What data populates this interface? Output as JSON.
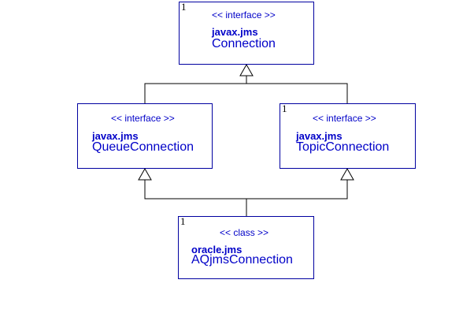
{
  "colors": {
    "box_border": "#0000a0",
    "text": "#0000c8",
    "lines": "#000000"
  },
  "nodes": [
    {
      "id": "connection",
      "corner": "1",
      "stereotype": "<< interface >>",
      "package": "javax.jms",
      "name": "Connection"
    },
    {
      "id": "queue",
      "corner": "",
      "stereotype": "<< interface >>",
      "package": "javax.jms",
      "name": "QueueConnection"
    },
    {
      "id": "topic",
      "corner": "1",
      "stereotype": "<< interface >>",
      "package": "javax.jms",
      "name": "TopicConnection"
    },
    {
      "id": "aqjms",
      "corner": "1",
      "stereotype": "<< class >>",
      "package": "oracle.jms",
      "name": "AQjmsConnection"
    }
  ],
  "edges": [
    {
      "from": "queue",
      "to": "connection",
      "type": "generalization"
    },
    {
      "from": "topic",
      "to": "connection",
      "type": "generalization"
    },
    {
      "from": "aqjms",
      "to": "queue",
      "type": "generalization"
    },
    {
      "from": "aqjms",
      "to": "topic",
      "type": "generalization"
    }
  ]
}
